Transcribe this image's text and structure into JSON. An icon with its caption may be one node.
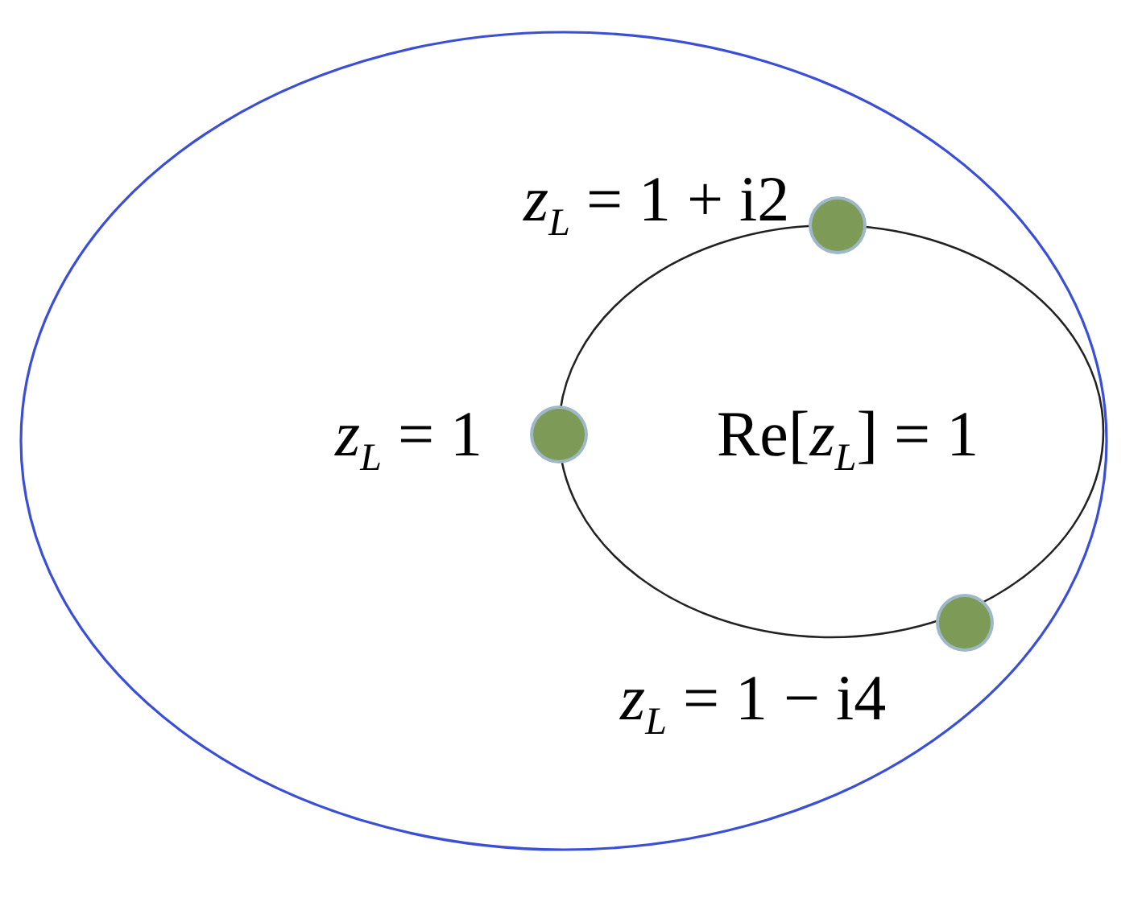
{
  "diagram": {
    "nodes": [
      {
        "text": [],
        "shape": "circle"
      },
      {
        "text": [
          "Re[*z*$_{L}$] = 1"
        ],
        "in": 0
      },
      {
        "text": [],
        "shape": "circle",
        "in": 0,
        "beside": [
          "*z*$_{L}$ = 1 + i2"
        ]
      },
      {
        "text": [],
        "shape": "circle",
        "in": 0,
        "beside": [
          "*z*$_{L}$ = 1"
        ]
      },
      {
        "text": [],
        "shape": "circle",
        "in": 0,
        "beside": [
          "*z*$_{L}$ = 1 − i4"
        ]
      }
    ],
    "edges": []
  }
}
